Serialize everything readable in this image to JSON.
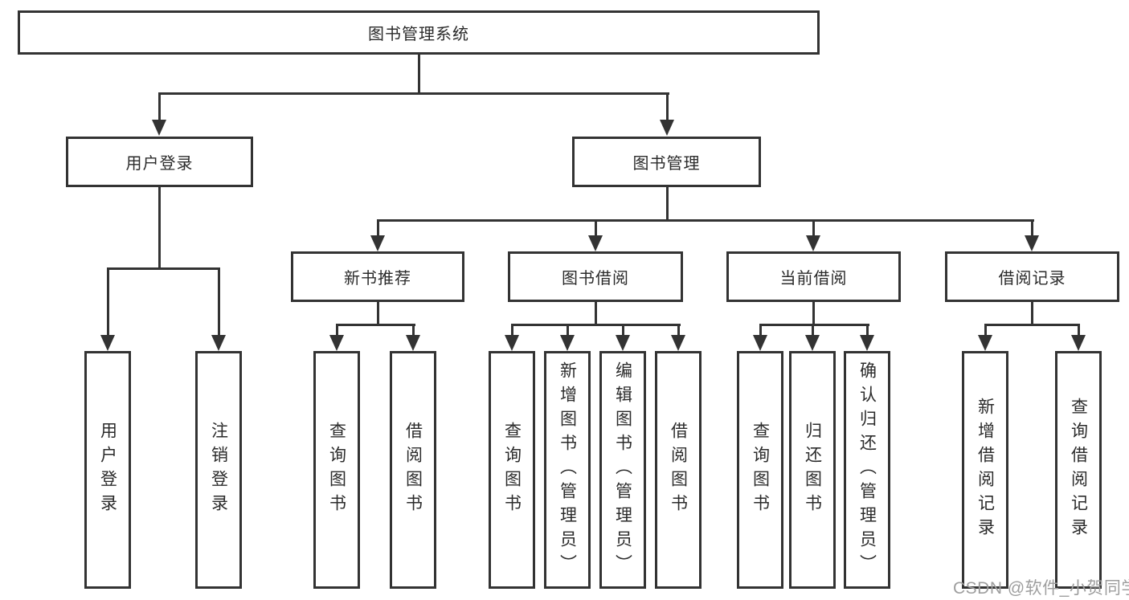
{
  "tree": {
    "root": {
      "label": "图书管理系统",
      "children": [
        {
          "label": "用户登录",
          "children": [
            {
              "label": "用户登录"
            },
            {
              "label": "注销登录"
            }
          ]
        },
        {
          "label": "图书管理",
          "children": [
            {
              "label": "新书推荐",
              "children": [
                {
                  "label": "查询图书"
                },
                {
                  "label": "借阅图书"
                }
              ]
            },
            {
              "label": "图书借阅",
              "children": [
                {
                  "label": "查询图书"
                },
                {
                  "label": "新增图书（管理员）"
                },
                {
                  "label": "编辑图书（管理员）"
                },
                {
                  "label": "借阅图书"
                }
              ]
            },
            {
              "label": "当前借阅",
              "children": [
                {
                  "label": "查询图书"
                },
                {
                  "label": "归还图书"
                },
                {
                  "label": "确认归还（管理员）"
                }
              ]
            },
            {
              "label": "借阅记录",
              "children": [
                {
                  "label": "新增借阅记录"
                },
                {
                  "label": "查询借阅记录"
                }
              ]
            }
          ]
        }
      ]
    }
  },
  "watermark": "CSDN @软件_小贺同学",
  "colors": {
    "line": "#333333",
    "text": "#2b2b2b",
    "watermark": "#9e9e9e",
    "background": "#ffffff"
  }
}
